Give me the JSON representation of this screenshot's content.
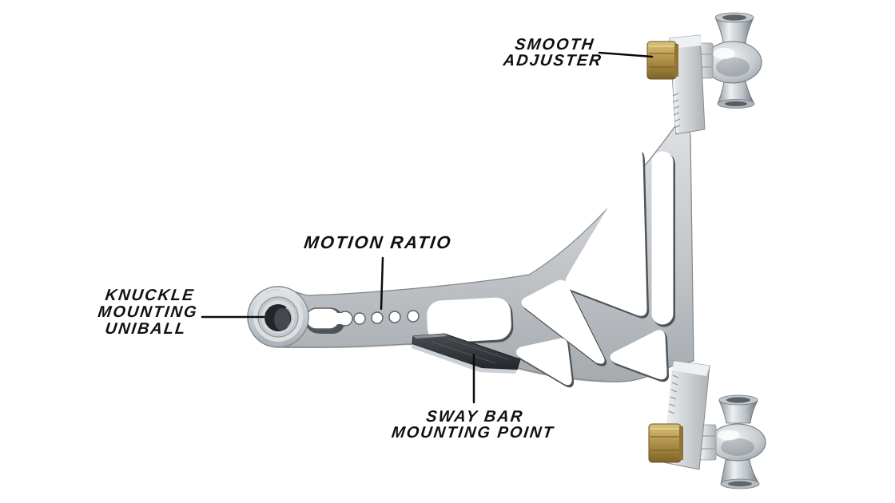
{
  "title": "Suspension control arm callout diagram",
  "diagram": {
    "background_color": "#ffffff",
    "line_color": "#0c0c0c",
    "text_color": "#101010",
    "metal_color": "#c6cacd",
    "brass_color": "#b3954d",
    "carbon_color": "#33373a",
    "motion_ratio_hole_count": 4,
    "labels": {
      "smooth_adjuster": {
        "text": "SMOOTH\nADJUSTER"
      },
      "motion_ratio": {
        "text": "MOTION RATIO"
      },
      "knuckle_mounting_uniball": {
        "text": "KNUCKLE\nMOUNTING\nUNIBALL"
      },
      "sway_bar_mounting_point": {
        "text": "SWAY BAR\nMOUNTING POINT"
      }
    }
  }
}
